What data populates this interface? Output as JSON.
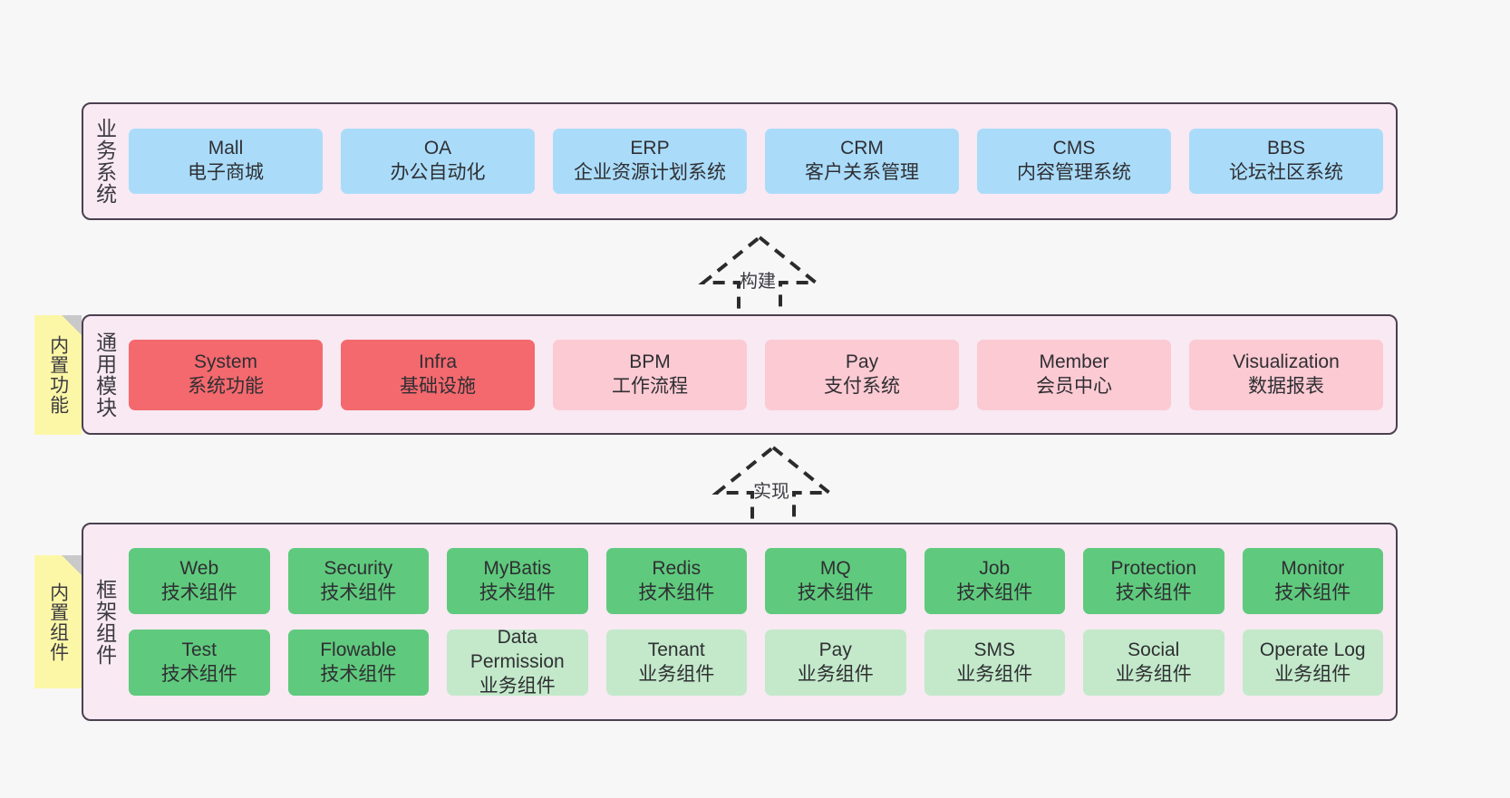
{
  "diagram": {
    "title": "ruoyi-vue-pro architecture layers",
    "colors": {
      "panel_bg": "#f8e9f3",
      "panel_border": "#4b4050",
      "business_card": "#aadcfa",
      "module_core": "#f4696e",
      "module_optional": "#fccad3",
      "component_tech": "#5fca7d",
      "component_business": "#c3e9ca",
      "sticky": "#fcf7a6",
      "canvas": "#f7f7f7"
    }
  },
  "layers": {
    "business": {
      "title": "业务系统",
      "cards": [
        {
          "name": "Mall",
          "desc": "电子商城"
        },
        {
          "name": "OA",
          "desc": "办公自动化"
        },
        {
          "name": "ERP",
          "desc": "企业资源计划系统"
        },
        {
          "name": "CRM",
          "desc": "客户关系管理"
        },
        {
          "name": "CMS",
          "desc": "内容管理系统"
        },
        {
          "name": "BBS",
          "desc": "论坛社区系统"
        }
      ]
    },
    "modules": {
      "title": "通用模块",
      "sticky": "内置功能",
      "cards": [
        {
          "name": "System",
          "desc": "系统功能"
        },
        {
          "name": "Infra",
          "desc": "基础设施"
        },
        {
          "name": "BPM",
          "desc": "工作流程"
        },
        {
          "name": "Pay",
          "desc": "支付系统"
        },
        {
          "name": "Member",
          "desc": "会员中心"
        },
        {
          "name": "Visualization",
          "desc": "数据报表"
        }
      ]
    },
    "framework": {
      "title": "框架组件",
      "sticky": "内置组件",
      "row1": [
        {
          "name": "Web",
          "desc": "技术组件"
        },
        {
          "name": "Security",
          "desc": "技术组件"
        },
        {
          "name": "MyBatis",
          "desc": "技术组件"
        },
        {
          "name": "Redis",
          "desc": "技术组件"
        },
        {
          "name": "MQ",
          "desc": "技术组件"
        },
        {
          "name": "Job",
          "desc": "技术组件"
        },
        {
          "name": "Protection",
          "desc": "技术组件"
        },
        {
          "name": "Monitor",
          "desc": "技术组件"
        }
      ],
      "row2": [
        {
          "name": "Test",
          "desc": "技术组件"
        },
        {
          "name": "Flowable",
          "desc": "技术组件"
        },
        {
          "name": "Data Permission",
          "desc": "业务组件"
        },
        {
          "name": "Tenant",
          "desc": "业务组件"
        },
        {
          "name": "Pay",
          "desc": "业务组件"
        },
        {
          "name": "SMS",
          "desc": "业务组件"
        },
        {
          "name": "Social",
          "desc": "业务组件"
        },
        {
          "name": "Operate Log",
          "desc": "业务组件"
        }
      ]
    }
  },
  "arrows": {
    "build": "构建",
    "implement": "实现"
  }
}
